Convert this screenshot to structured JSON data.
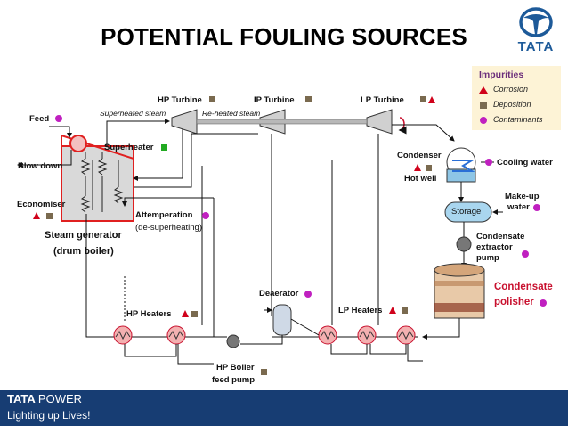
{
  "title": "POTENTIAL FOULING SOURCES",
  "logo": {
    "word": "TATA"
  },
  "footer": {
    "brand_bold": "TATA",
    "brand_light": "POWER",
    "tagline": "Lighting up Lives!"
  },
  "legend": {
    "heading": "Impurities",
    "items": [
      {
        "label": "Corrosion",
        "symbol": "triangle",
        "color": "#d0021b"
      },
      {
        "label": "Deposition",
        "symbol": "square",
        "color": "#7a6a4f"
      },
      {
        "label": "Contaminants",
        "symbol": "circle",
        "color": "#c020c0"
      }
    ]
  },
  "labels": {
    "hp_turbine": "HP Turbine",
    "ip_turbine": "IP Turbine",
    "lp_turbine": "LP Turbine",
    "superheated_steam": "Superheated steam",
    "reheated_steam": "Re-heated steam",
    "feed": "Feed",
    "blow_down": "Blow down",
    "superheater": "Superheater",
    "economiser": "Economiser",
    "attemperation": "Attemperation",
    "de_superheating": "(de-superheating)",
    "steam_generator": "Steam generator",
    "drum_boiler": "(drum boiler)",
    "condenser": "Condenser",
    "hot_well": "Hot well",
    "cooling_water": "Cooling water",
    "storage": "Storage",
    "makeup_water_1": "Make-up",
    "makeup_water_2": "water",
    "condensate_extractor_1": "Condensate",
    "condensate_extractor_2": "extractor",
    "condensate_extractor_3": "pump",
    "condensate_polisher_1": "Condensate",
    "condensate_polisher_2": "polisher",
    "deaerator": "Deaerator",
    "hp_heaters": "HP Heaters",
    "lp_heaters": "LP Heaters",
    "hp_boiler_feed_pump_1": "HP Boiler",
    "hp_boiler_feed_pump_2": "feed pump"
  },
  "colors": {
    "corrosion": "#d0021b",
    "deposition": "#7a6a4f",
    "contaminant": "#c020c0",
    "superheater_square": "#22aa22",
    "boiler_outline": "#e02020",
    "footer": "#173d73"
  }
}
